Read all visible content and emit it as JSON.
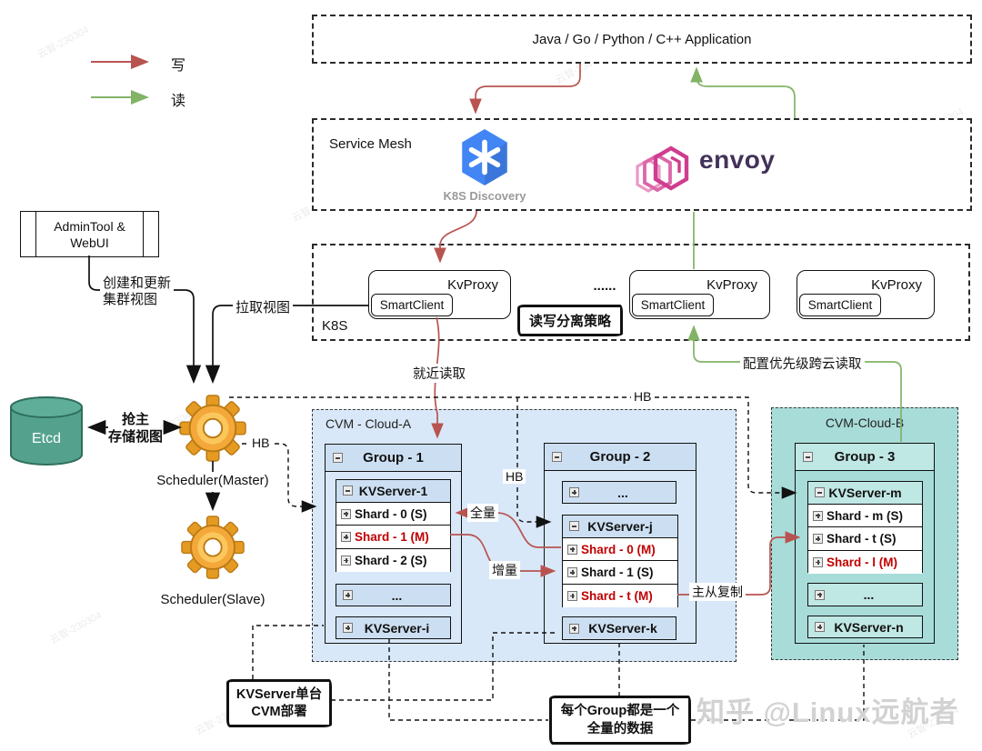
{
  "legend": {
    "write": "写",
    "read": "读"
  },
  "app": {
    "title": "Java / Go / Python / C++ Application"
  },
  "mesh": {
    "title": "Service Mesh",
    "k8s_caption": "K8S Discovery",
    "envoy": "envoy"
  },
  "k8s": {
    "label": "K8S",
    "dots": "......",
    "policy": "读写分离策略",
    "proxies": [
      {
        "title": "KvProxy",
        "client": "SmartClient"
      },
      {
        "title": "KvProxy",
        "client": "SmartClient"
      },
      {
        "title": "KvProxy",
        "client": "SmartClient"
      }
    ]
  },
  "admin": {
    "line1": "AdminTool &",
    "line2": "WebUI"
  },
  "etcd": {
    "label": "Etcd"
  },
  "scheduler": {
    "master": "Scheduler(Master)",
    "slave": "Scheduler(Slave)"
  },
  "edge_labels": {
    "create_view_l1": "创建和更新",
    "create_view_l2": "集群视图",
    "pull_view": "拉取视图",
    "nearby_read": "就近读取",
    "cross_cloud": "配置优先级跨云读取",
    "elect_l1": "抢主",
    "elect_l2": "存储视图",
    "hb": "HB",
    "full_sync": "全量",
    "incr_sync": "增量",
    "ms_replication": "主从复制"
  },
  "cloud_a": {
    "label": "CVM - Cloud-A",
    "group1": {
      "title": "Group - 1",
      "server1": {
        "title": "KVServer-1",
        "shards": [
          {
            "label": "Shard - 0 (S)",
            "role": "slave"
          },
          {
            "label": "Shard - 1 (M)",
            "role": "master"
          },
          {
            "label": "Shard - 2 (S)",
            "role": "slave"
          }
        ]
      },
      "ellipsis": "...",
      "server_i": "KVServer-i"
    },
    "group2": {
      "title": "Group - 2",
      "ellipsis": "...",
      "server_j": {
        "title": "KVServer-j",
        "shards": [
          {
            "label": "Shard - 0 (M)",
            "role": "master"
          },
          {
            "label": "Shard - 1 (S)",
            "role": "slave"
          },
          {
            "label": "Shard - t (M)",
            "role": "master"
          }
        ]
      },
      "server_k": "KVServer-k"
    }
  },
  "cloud_b": {
    "label": "CVM-Cloud-B",
    "group3": {
      "title": "Group - 3",
      "server_m": {
        "title": "KVServer-m",
        "shards": [
          {
            "label": "Shard - m (S)",
            "role": "slave"
          },
          {
            "label": "Shard - t (S)",
            "role": "slave"
          },
          {
            "label": "Shard - l (M)",
            "role": "master"
          }
        ]
      },
      "ellipsis": "...",
      "server_n": "KVServer-n"
    }
  },
  "notes": {
    "kvserver_l1": "KVServer单台",
    "kvserver_l2": "CVM部署",
    "group_l1": "每个Group都是一个",
    "group_l2": "全量的数据"
  },
  "watermarks": {
    "brand": "知乎 @Linux远航者",
    "stamp": "云智-230304"
  },
  "colors": {
    "write_red": "#b85450",
    "read_green": "#82b366",
    "master_red": "#c00000",
    "cloud_a_bg": "#d9e8f8",
    "cloud_b_bg": "#a8dcd9",
    "header_blue": "#ccdff2",
    "header_teal": "#bfe7e4",
    "etcd_fill": "#54a28e",
    "gear_orange": "#f2a33a",
    "k8s_blue": "#4285f4",
    "envoy_pink": "#cf3d8f",
    "envoy_text": "#42325a"
  }
}
